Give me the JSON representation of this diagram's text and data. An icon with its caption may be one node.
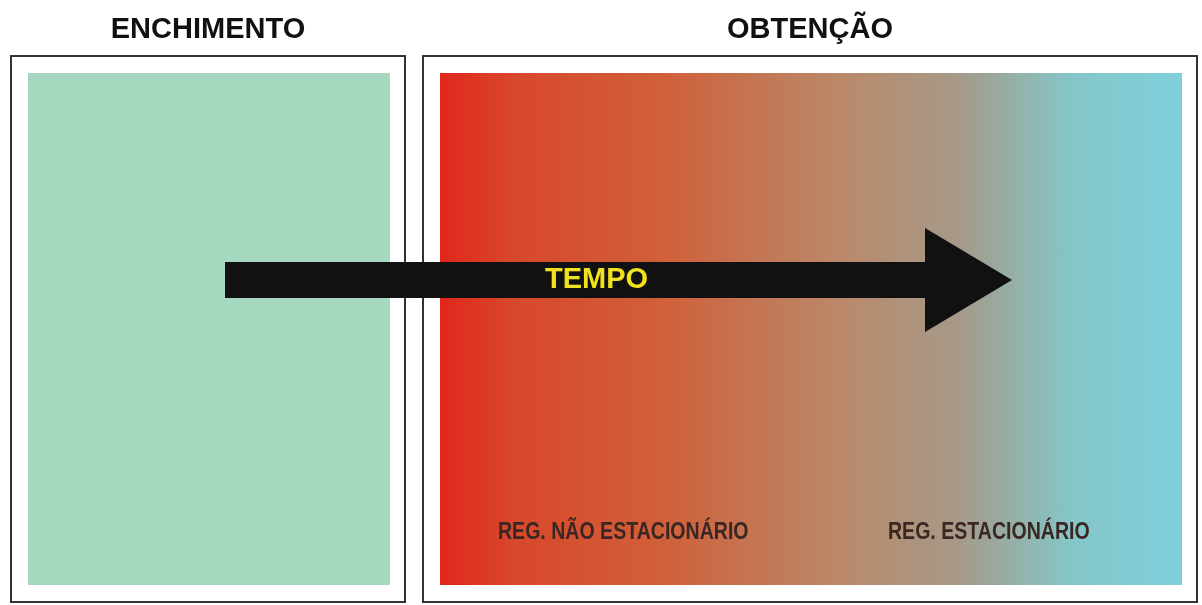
{
  "diagram": {
    "nodes": [
      {
        "text": [
          "ENCHIMENTO"
        ]
      },
      {
        "text": [
          "OBTENÇÃO",
          "REG. NÃO ESTACIONÁRIO",
          "REG. ESTACIONÁRIO"
        ]
      }
    ],
    "labels": [
      "TEMPO"
    ]
  }
}
